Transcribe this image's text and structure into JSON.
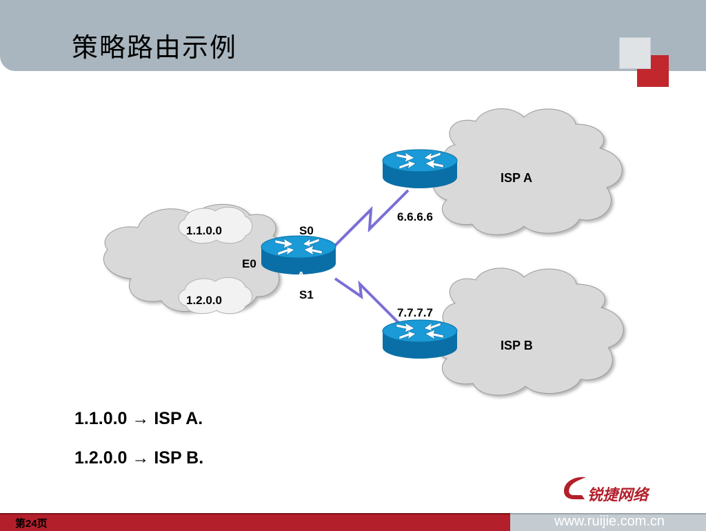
{
  "slide": {
    "title": "策略路由示例",
    "page_number": "第24页",
    "website": "www.ruijie.com.cn",
    "logo_text": "锐捷网络"
  },
  "diagram": {
    "router_a": {
      "name": "A",
      "ports": {
        "s0": "S0",
        "s1": "S1",
        "e0": "E0"
      }
    },
    "isp_a": {
      "label": "ISP A",
      "address": "6.6.6.6"
    },
    "isp_b": {
      "label": "ISP B",
      "address": "7.7.7.7"
    },
    "internal_networks": [
      "1.1.0.0",
      "1.2.0.0"
    ]
  },
  "bullets": [
    {
      "src": "1.1.0.0",
      "arrow": "→",
      "dst": "ISP A."
    },
    {
      "src": "1.2.0.0",
      "arrow": "→",
      "dst": "ISP B."
    }
  ],
  "colors": {
    "accent": "#b31f2b",
    "router_blue": "#0b85c4",
    "link": "#7a6fd6",
    "cloud": "#d9d9d9"
  }
}
